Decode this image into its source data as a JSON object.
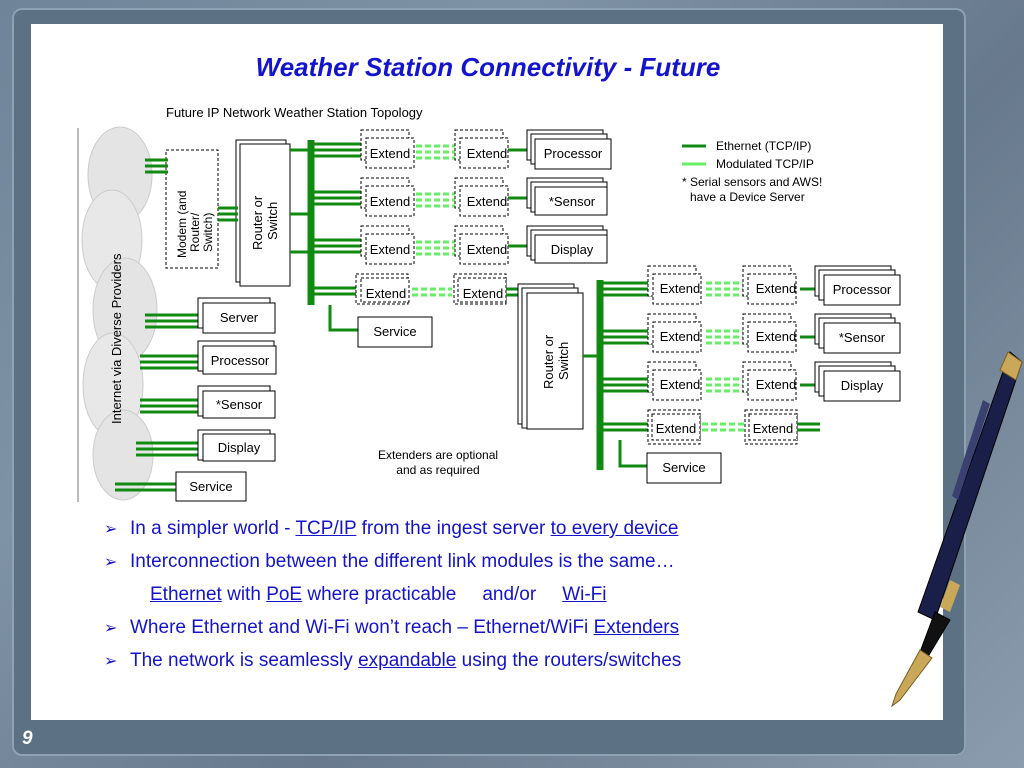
{
  "slide": {
    "title": "Weather Station Connectivity - Future",
    "page_number": "9"
  },
  "diagram": {
    "subtitle": "Future IP Network Weather Station Topology",
    "cloud_label": "Internet via Diverse Providers",
    "modem_label_1": "Modem (and",
    "modem_label_2": "Router/",
    "modem_label_3": "Switch)",
    "router_label_1": "Router or",
    "router_label_2": "Switch",
    "extend": "Extend",
    "processor": "Processor",
    "sensor": "*Sensor",
    "display": "Display",
    "service": "Service",
    "server": "Server",
    "legend_ethernet": "Ethernet (TCP/IP)",
    "legend_modulated": "Modulated TCP/IP",
    "legend_note_1": "* Serial sensors and AWS!",
    "legend_note_2": "have a Device Server",
    "note_1": "Extenders are optional",
    "note_2": "and as required"
  },
  "bullets": [
    {
      "pre": "In a simpler world - ",
      "u1": "TCP/IP",
      "mid": " from the ingest server ",
      "u2": "to every device"
    },
    {
      "text": "Interconnection between the different link modules is the same…"
    },
    {
      "u1": "Ethernet",
      "t1": " with ",
      "u2": "PoE",
      "t2": " where practicable",
      "t3": "and/or",
      "u3": "Wi-Fi"
    },
    {
      "pre": "Where Ethernet and Wi-Fi won’t reach – Ethernet/WiFi ",
      "u1": "Extenders"
    },
    {
      "pre": "The network is seamlessly ",
      "u1": "expandable",
      "post": " using the routers/switches"
    }
  ],
  "colors": {
    "title": "#1414cc",
    "ethernet": "#108a10",
    "modulated": "#66ee66"
  }
}
